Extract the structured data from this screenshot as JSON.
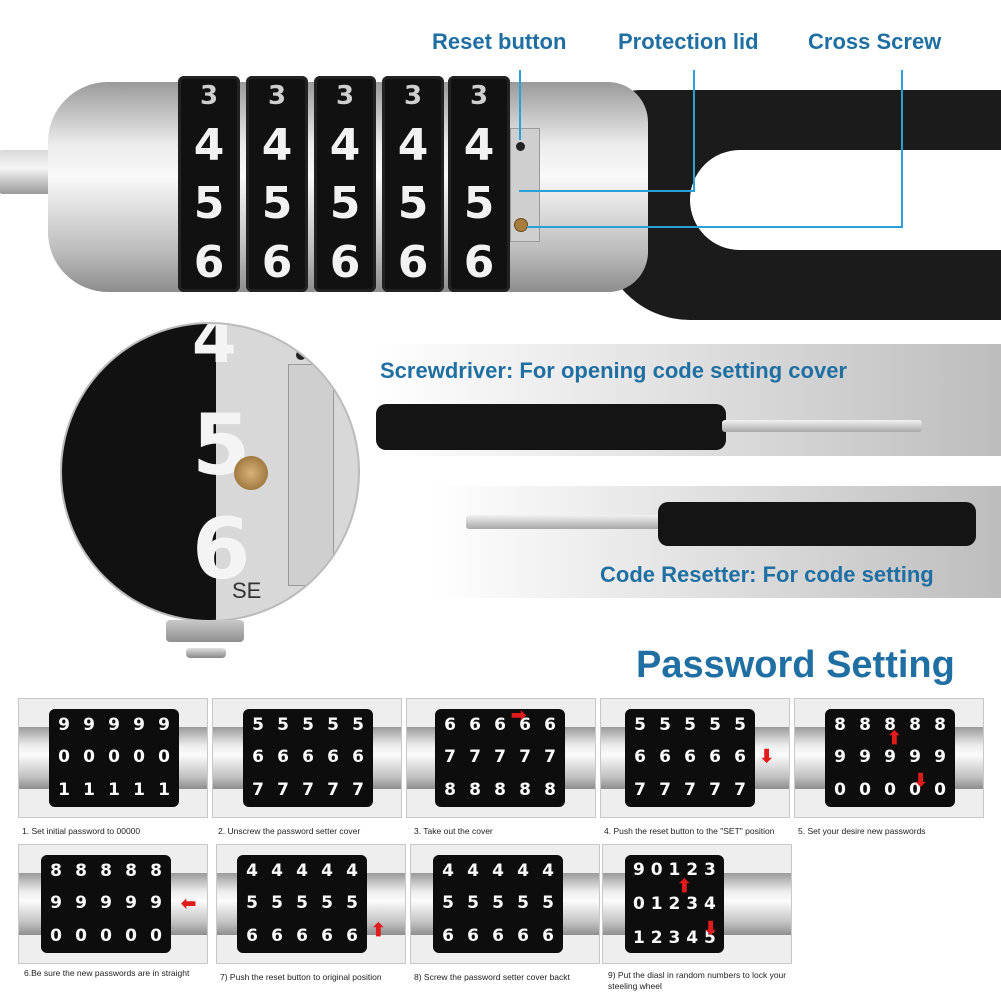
{
  "callouts": {
    "reset": "Reset button",
    "lid": "Protection lid",
    "screw": "Cross Screw"
  },
  "top_lock": {
    "dials": [
      [
        "3",
        "4",
        "5",
        "6"
      ],
      [
        "3",
        "4",
        "5",
        "6"
      ],
      [
        "3",
        "4",
        "5",
        "6"
      ],
      [
        "3",
        "4",
        "5",
        "6"
      ],
      [
        "3",
        "4",
        "5",
        "6"
      ]
    ]
  },
  "zoom": {
    "digits": [
      "4",
      "5",
      "6"
    ],
    "side_text": "SE"
  },
  "tools": {
    "screwdriver": "Screwdriver: For opening code setting cover",
    "resetter": "Code Resetter: For code setting"
  },
  "section_title": "Password Setting",
  "steps": [
    {
      "caption": "1. Set initial password to 00000",
      "rows": [
        "9",
        "0",
        "1"
      ]
    },
    {
      "caption": "2. Unscrew the password setter cover",
      "rows": [
        "5",
        "6",
        "7"
      ]
    },
    {
      "caption": "3. Take out the cover",
      "rows": [
        "6",
        "7",
        "8"
      ]
    },
    {
      "caption": "4. Push the reset button to the \"SET\" position",
      "rows": [
        "5",
        "6",
        "7"
      ]
    },
    {
      "caption": "5. Set your desire new passwords",
      "rows": [
        "8",
        "9",
        "0"
      ]
    },
    {
      "caption": "6.Be sure the new passwords are in straight",
      "rows": [
        "8",
        "9",
        "0"
      ]
    },
    {
      "caption": "7) Push the reset button to original position",
      "rows": [
        "4",
        "5",
        "6"
      ]
    },
    {
      "caption": "8) Screw the password setter cover backt",
      "rows": [
        "4",
        "5",
        "6"
      ]
    },
    {
      "caption": "9) Put the diasl in random numbers to lock your steeling wheel",
      "rows": [
        "9 0 1 2 3",
        "0 1 2 3 4",
        "1 2 3 4 5"
      ]
    }
  ],
  "colors": {
    "accent": "#1f6fa3",
    "callout_line": "#2aa0d8",
    "arrow": "#e01b1b"
  }
}
